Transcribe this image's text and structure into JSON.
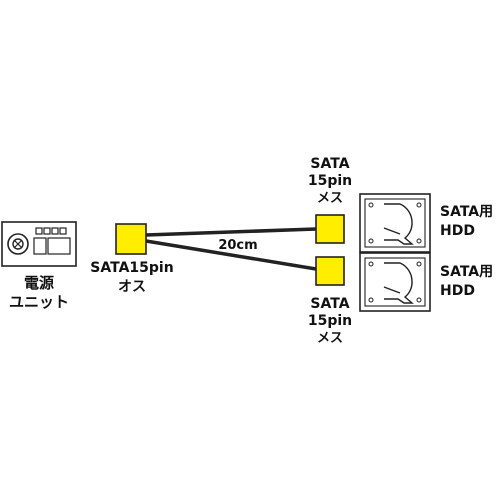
{
  "power_unit": {
    "label_line1": "電源",
    "label_line2": "ユニット"
  },
  "male_connector": {
    "label_line1": "SATA15pin",
    "label_line2": "オス"
  },
  "cable": {
    "length_label": "20cm"
  },
  "female_connector_top": {
    "label_line1": "SATA",
    "label_line2": "15pin",
    "label_line3": "メス"
  },
  "female_connector_bottom": {
    "label_line1": "SATA",
    "label_line2": "15pin",
    "label_line3": "メス"
  },
  "hdd_top": {
    "label_line1": "SATA用",
    "label_line2": "HDD"
  },
  "hdd_bottom": {
    "label_line1": "SATA用",
    "label_line2": "HDD"
  },
  "colors": {
    "connector_fill": "#ffee00",
    "outline": "#222222",
    "cable": "#222222",
    "text": "#111111"
  }
}
